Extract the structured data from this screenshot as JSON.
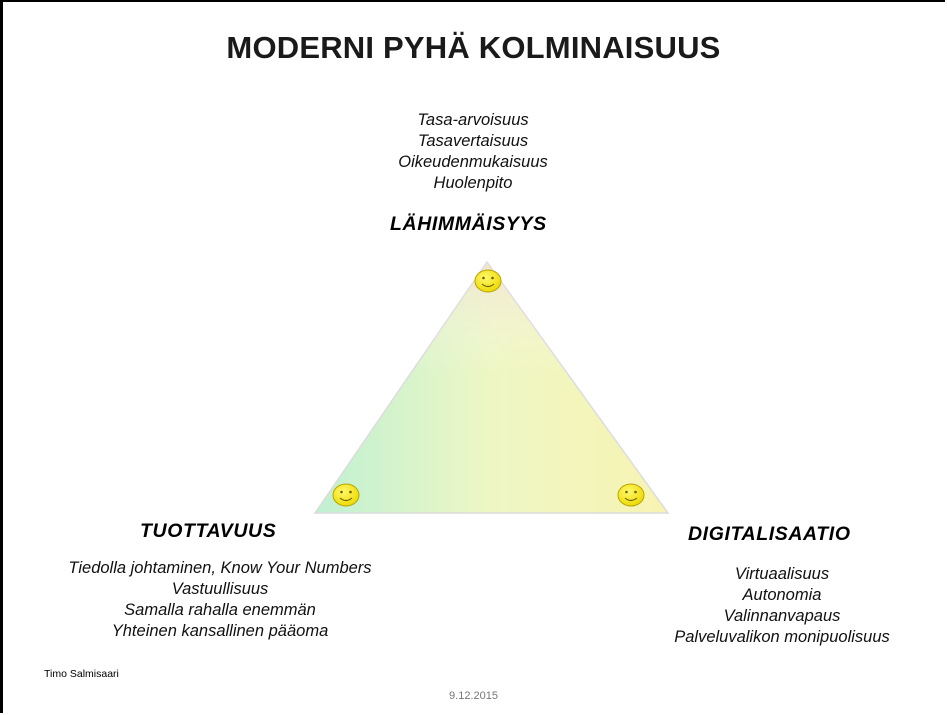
{
  "slide": {
    "title": "MODERNI PYHÄ KOLMINAISUUS",
    "top": {
      "heading": "LÄHIMMÄISYYS",
      "items": [
        "Tasa-arvoisuus",
        "Tasavertaisuus",
        "Oikeudenmukaisuus",
        "Huolenpito"
      ]
    },
    "left": {
      "heading": "TUOTTAVUUS",
      "items": [
        "Tiedolla johtaminen, Know Your Numbers",
        "Vastuullisuus",
        "Samalla rahalla enemmän",
        "Yhteinen kansallinen pääoma"
      ]
    },
    "right": {
      "heading": "DIGITALISAATIO",
      "items": [
        "Virtuaalisuus",
        "Autonomia",
        "Valinnanvapaus",
        "Palveluvalikon monipuolisuus"
      ]
    },
    "author": "Timo Salmisaari",
    "date": "9.12.2015"
  },
  "colors": {
    "smiley_fill": "#f3e600",
    "smiley_stroke": "#b8a400",
    "triangle_edge": "#d8d8d8"
  },
  "icons": {
    "vertex_marker": "smiley-face-icon"
  }
}
